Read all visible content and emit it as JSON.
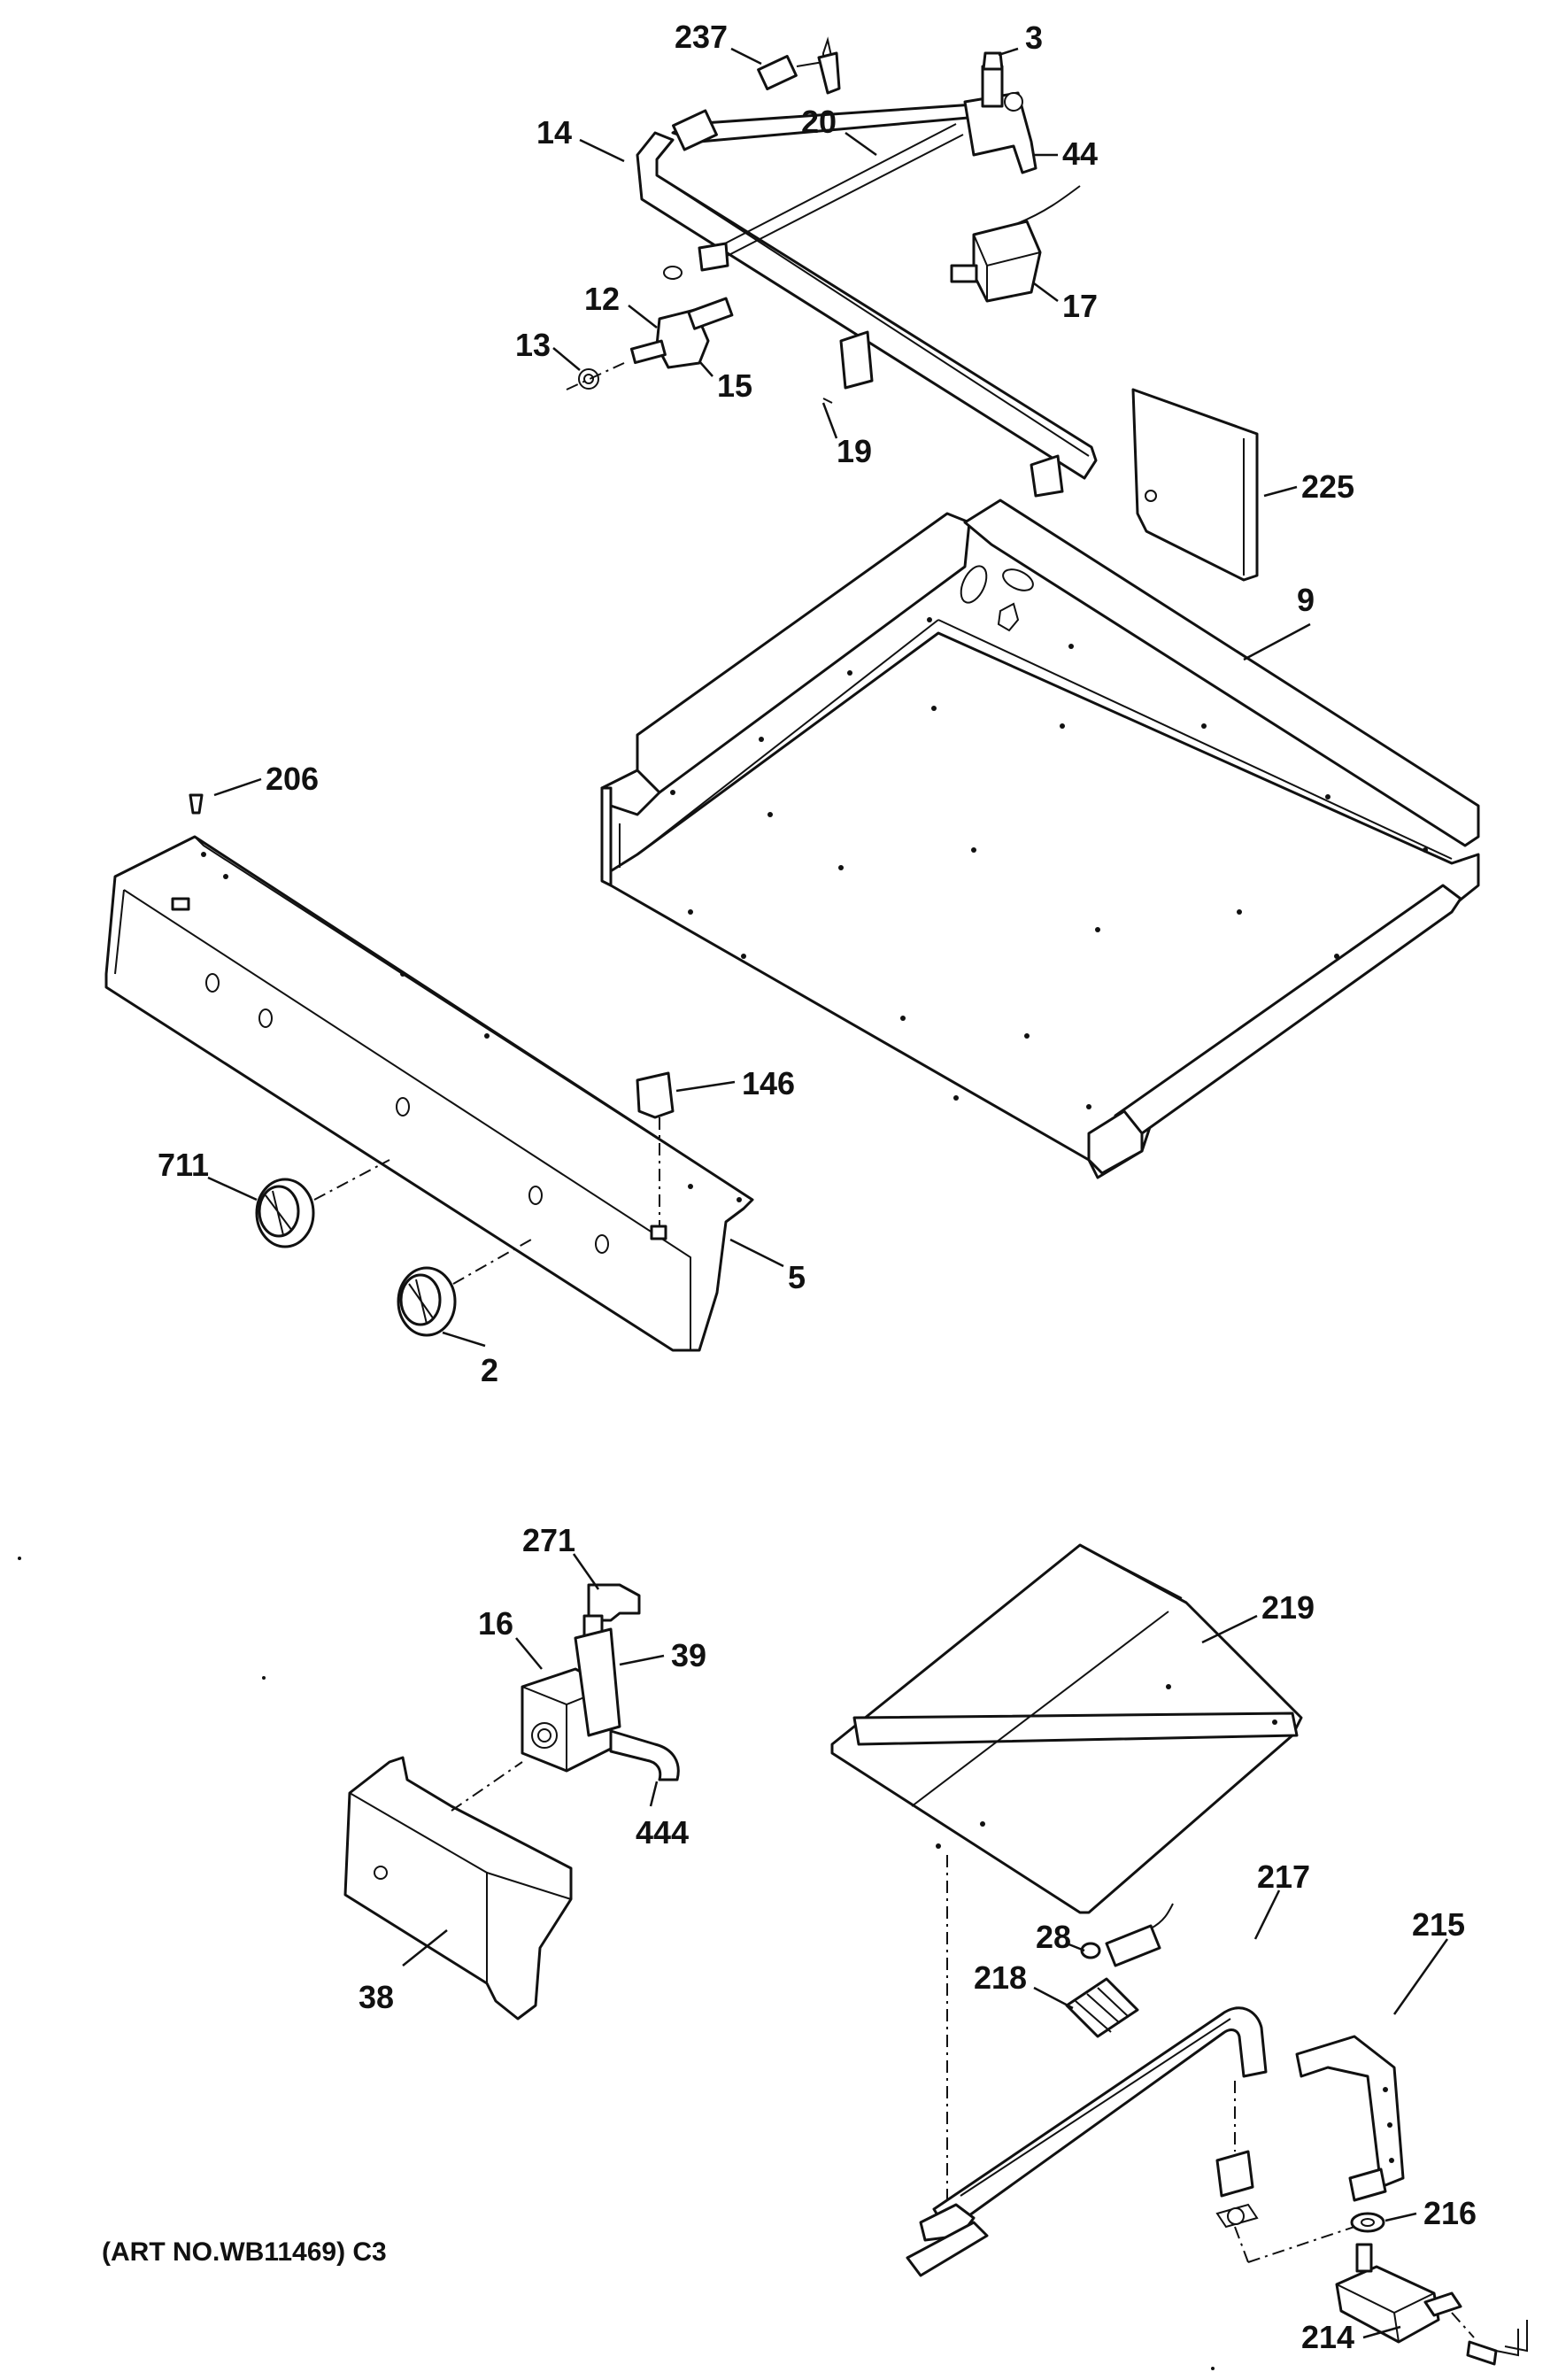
{
  "labels": {
    "p237": "237",
    "p3": "3",
    "p14": "14",
    "p20": "20",
    "p44": "44",
    "p12": "12",
    "p17": "17",
    "p13": "13",
    "p15": "15",
    "p19": "19",
    "p225": "225",
    "p9": "9",
    "p206": "206",
    "p146": "146",
    "p711": "711",
    "p5": "5",
    "p2": "2",
    "p271": "271",
    "p16": "16",
    "p39": "39",
    "p219": "219",
    "p444": "444",
    "p38": "38",
    "p217": "217",
    "p215": "215",
    "p28": "28",
    "p218": "218",
    "p216": "216",
    "p214": "214"
  },
  "caption": "(ART NO.WB11469) C3"
}
